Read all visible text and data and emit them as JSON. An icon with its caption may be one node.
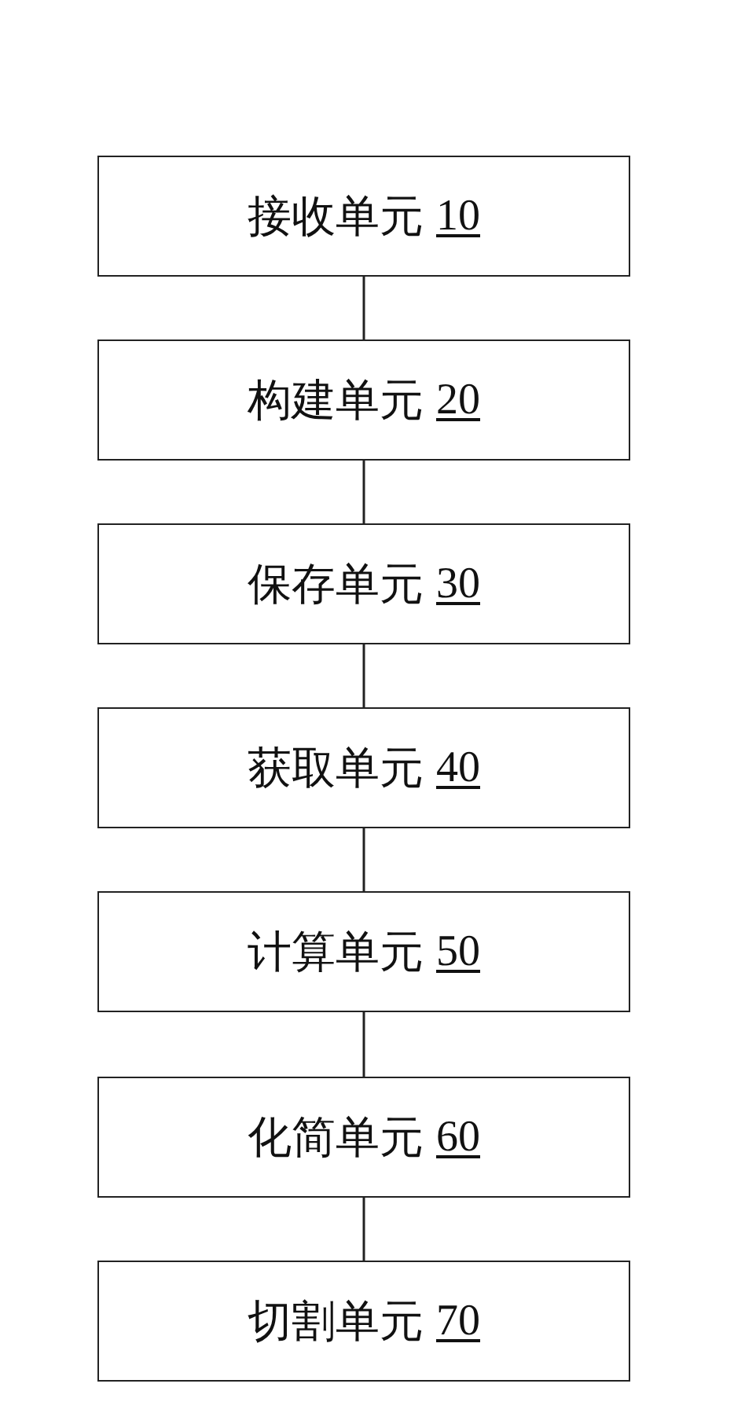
{
  "diagram": {
    "nodes": [
      {
        "text": [
          "接收单元",
          "10"
        ]
      },
      {
        "text": [
          "构建单元",
          "20"
        ]
      },
      {
        "text": [
          "保存单元",
          "30"
        ]
      },
      {
        "text": [
          "获取单元",
          "40"
        ]
      },
      {
        "text": [
          "计算单元",
          "50"
        ]
      },
      {
        "text": [
          "化简单元",
          "60"
        ]
      },
      {
        "text": [
          "切割单元",
          "70"
        ]
      }
    ],
    "edges": [
      {
        "from": 0,
        "to": 1,
        "arrow": "none"
      },
      {
        "from": 1,
        "to": 2,
        "arrow": "none"
      },
      {
        "from": 2,
        "to": 3,
        "arrow": "none"
      },
      {
        "from": 3,
        "to": 4,
        "arrow": "none"
      },
      {
        "from": 4,
        "to": 5,
        "arrow": "none"
      },
      {
        "from": 5,
        "to": 6,
        "arrow": "none"
      }
    ]
  }
}
